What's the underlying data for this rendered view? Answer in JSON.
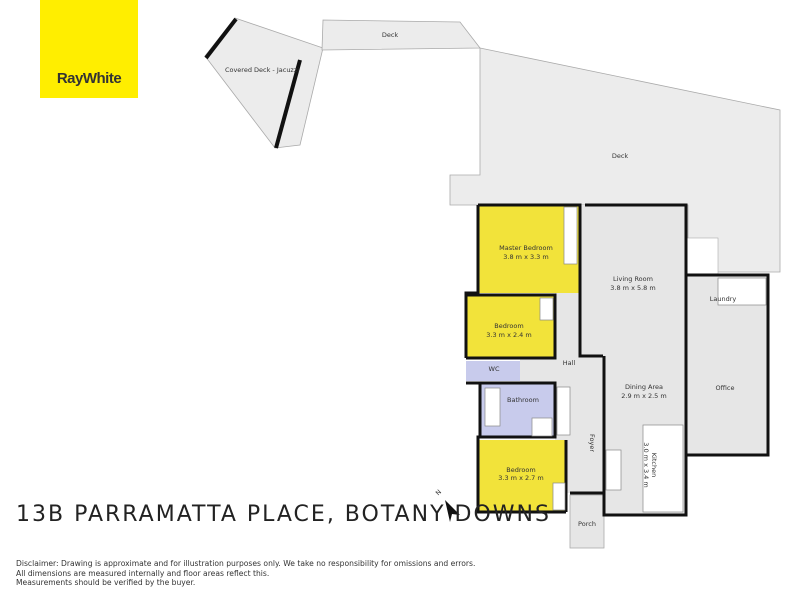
{
  "brand": {
    "logo_text": "RayWhite",
    "color": "#ffee00"
  },
  "address": "13B PARRAMATTA PLACE, BOTANY DOWNS",
  "compass": {
    "label": "N"
  },
  "areas": {
    "covered_deck": "Covered Deck - Jacuzzi",
    "deck_top": "Deck",
    "deck_main": "Deck"
  },
  "rooms": {
    "master_bedroom": {
      "name": "Master Bedroom",
      "size": "3.8 m x 3.3 m"
    },
    "bedroom_2": {
      "name": "Bedroom",
      "size": "3.3 m x 2.4 m"
    },
    "wc": {
      "name": "WC"
    },
    "hall": {
      "name": "Hall"
    },
    "bathroom": {
      "name": "Bathroom"
    },
    "bedroom_3": {
      "name": "Bedroom",
      "size": "3.3 m x 2.7 m"
    },
    "foyer": {
      "name": "Foyer"
    },
    "porch": {
      "name": "Porch"
    },
    "living_room": {
      "name": "Living Room",
      "size": "3.8 m x 5.8 m"
    },
    "dining_area": {
      "name": "Dining Area",
      "size": "2.9 m x 2.5 m"
    },
    "kitchen": {
      "name": "Kitchen",
      "size": "3.0 m x 3.4 m"
    },
    "laundry": {
      "name": "Laundry"
    },
    "office": {
      "name": "Office"
    }
  },
  "colors": {
    "bedroom": "#f2e33a",
    "wet_room": "#c8cbec",
    "floor": "#e6e6e6",
    "deck": "#ececec"
  },
  "disclaimer": [
    "Disclaimer: Drawing is approximate and for illustration purposes only. We take no responsibility for omissions and errors.",
    "All dimensions are measured internally and floor areas reflect this.",
    "Measurements should be verified by the buyer."
  ]
}
